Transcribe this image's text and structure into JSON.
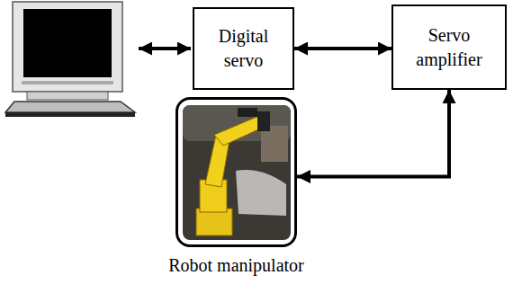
{
  "diagram": {
    "nodes": [
      {
        "text": [
          "Digital servo"
        ]
      },
      {
        "text": [
          "Servo amplifier"
        ]
      },
      {
        "text": [
          "Robot manipulator"
        ]
      }
    ],
    "edges": [
      {
        "from": 0,
        "to": 1,
        "arrow": "both"
      },
      {
        "from": 1,
        "to": 2,
        "arrow": "both"
      }
    ]
  }
}
